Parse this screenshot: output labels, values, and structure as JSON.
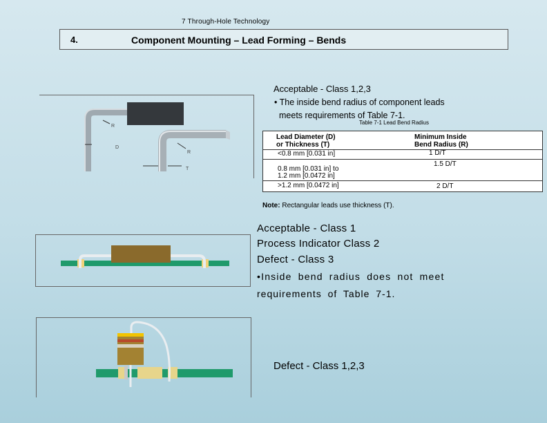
{
  "header": {
    "running_title": "7  Through-Hole Technology"
  },
  "section": {
    "number": "4.",
    "title": "Component Mounting – Lead Forming – Bends"
  },
  "acceptable_block": {
    "heading": "Acceptable - Class 1,2,3",
    "bullet_line1": "• The inside bend radius of component leads",
    "bullet_line2": "meets requirements of Table 7-1."
  },
  "figure1": {
    "label_r_left": "R",
    "label_d": "D",
    "label_r_right": "R",
    "label_t": "T"
  },
  "table": {
    "caption": "Table 7-1  Lead Bend Radius",
    "col1_header_line1": "Lead Diameter (D)",
    "col1_header_line2": "or Thickness (T)",
    "col2_header_line1": "Minimum Inside",
    "col2_header_line2": "Bend Radius (R)",
    "rows": [
      {
        "c1": "<0.8 mm [0.031 in]",
        "c2": "1 D/T"
      },
      {
        "c1a": "0.8 mm [0.031 in] to",
        "c1b": "1.2 mm [0.0472 in]",
        "c2": "1.5 D/T"
      },
      {
        "c1": ">1.2 mm [0.0472 in]",
        "c2": "2 D/T"
      }
    ]
  },
  "note": {
    "label": "Note:",
    "text": " Rectangular leads use thickness (T)."
  },
  "process_block": {
    "line1": "Acceptable - Class 1",
    "line2": "Process Indicator Class 2",
    "line3": "Defect - Class 3",
    "bullet_line1": "•Inside  bend  radius  does  not  meet",
    "bullet_line2": "requirements  of  Table 7-1."
  },
  "defect_block": {
    "text": "Defect - Class 1,2,3"
  }
}
